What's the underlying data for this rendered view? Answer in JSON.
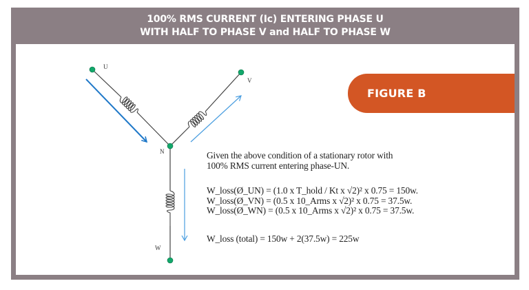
{
  "header": {
    "line1": "100% RMS CURRENT (Ic) ENTERING PHASE U",
    "line2": "WITH HALF TO PHASE V and HALF TO PHASE W"
  },
  "figure_tab": {
    "label": "FIGURE B"
  },
  "diagram": {
    "nodes": {
      "U": "U",
      "V": "V",
      "W": "W",
      "N": "N"
    },
    "colors": {
      "node": "#12a86b",
      "wire": "#444444",
      "arrow_u": "#1f78c8",
      "arrow_vw": "#4a9ee0"
    }
  },
  "description": {
    "line1": "Given the above condition of a stationary rotor with",
    "line2": "100% RMS current entering phase-UN."
  },
  "equations": [
    "W_loss(Ø_UN) = (1.0 x T_hold / Kt x √2)² x 0.75 = 150w.",
    "W_loss(Ø_VN) = (0.5 x 10_Arms x √2)² x 0.75 = 37.5w.",
    "W_loss(Ø_WN) = (0.5 x 10_Arms x √2)² x 0.75 = 37.5w."
  ],
  "total": "W_loss (total) = 150w + 2(37.5w) = 225w",
  "colors": {
    "frame": "#8b7f84",
    "tab": "#d35624",
    "background": "#ffffff"
  }
}
